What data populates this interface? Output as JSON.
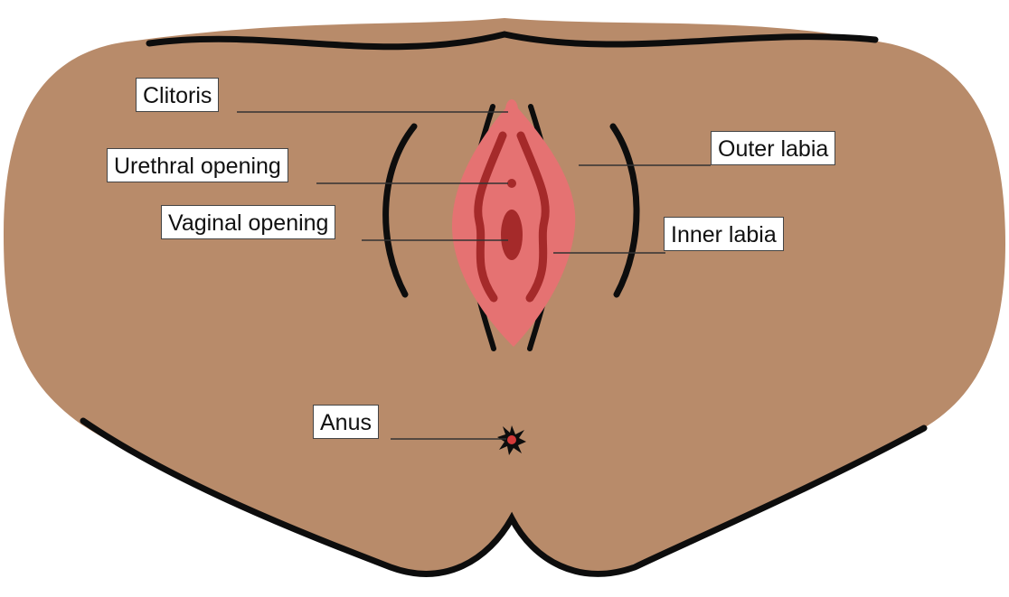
{
  "colors": {
    "skin": "#b88b6a",
    "outline": "#0d0d0d",
    "inner_pink": "#e57272",
    "dark_red": "#a52a2a",
    "label_bg": "#ffffff",
    "leader_line": "#333333"
  },
  "labels": {
    "clitoris": "Clitoris",
    "urethral_opening": "Urethral opening",
    "vaginal_opening": "Vaginal opening",
    "anus": "Anus",
    "outer_labia": "Outer labia",
    "inner_labia": "Inner labia"
  }
}
